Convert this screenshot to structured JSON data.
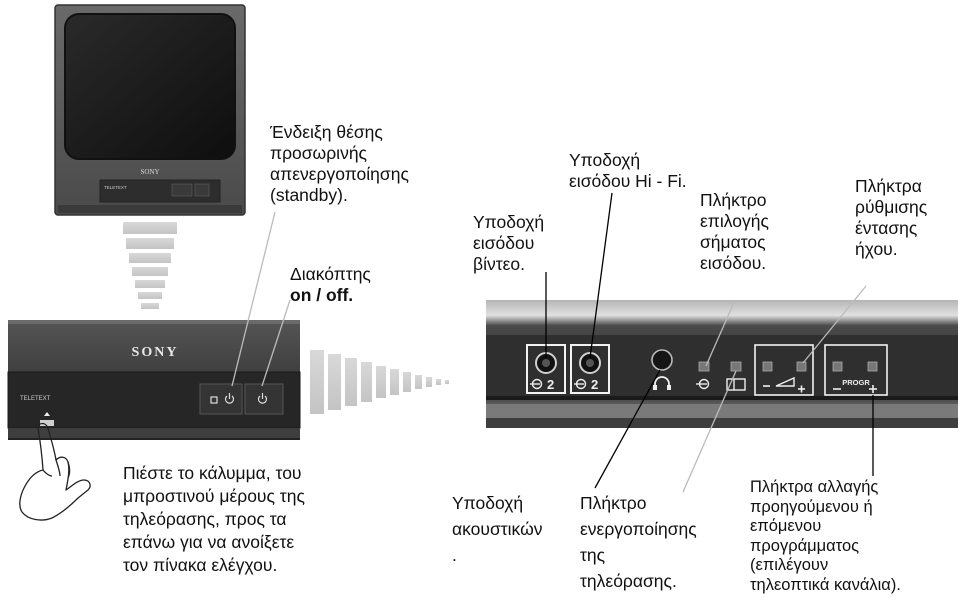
{
  "brand": "SONY",
  "teletext_badge": "TELETEXT",
  "progr_label": "PROGR",
  "jack_number": "2",
  "labels": {
    "standby_indicator": [
      "Ένδειξη θέσης",
      "προσωρινής",
      "απενεργοποίησης",
      "(standby)."
    ],
    "power_switch": [
      "Διακόπτης"
    ],
    "power_switch_bold": "on / off.",
    "hifi_input": [
      "Υποδοχή",
      "εισόδου Hi - Fi."
    ],
    "video_input": [
      "Υποδοχή",
      "εισόδου",
      "βίντεο."
    ],
    "input_select": [
      "Πλήκτρο",
      "επιλογής",
      "σήματος",
      "εισόδου."
    ],
    "volume_keys": [
      "Πλήκτρα",
      "ρύθμισης",
      "έντασης",
      "ήχου."
    ],
    "open_panel": [
      "Πιέστε το κάλυμμα, του",
      "μπροστινού μέρους της",
      "τηλεόρασης, προς τα",
      "επάνω για να ανοίξετε",
      "τον πίνακα ελέγχου."
    ],
    "headphone": [
      "Υποδοχή",
      "ακουστικών",
      "."
    ],
    "tv_power_key": [
      "Πλήκτρο",
      "ενεργοποίησης",
      "της",
      "τηλεόρασης."
    ],
    "program_keys": [
      "Πλήκτρα αλλαγής",
      "προηγούμενου ή",
      "επόμενου",
      "προγράμματος",
      "(επιλέγουν",
      "τηλεοπτικά κανάλια)."
    ]
  }
}
